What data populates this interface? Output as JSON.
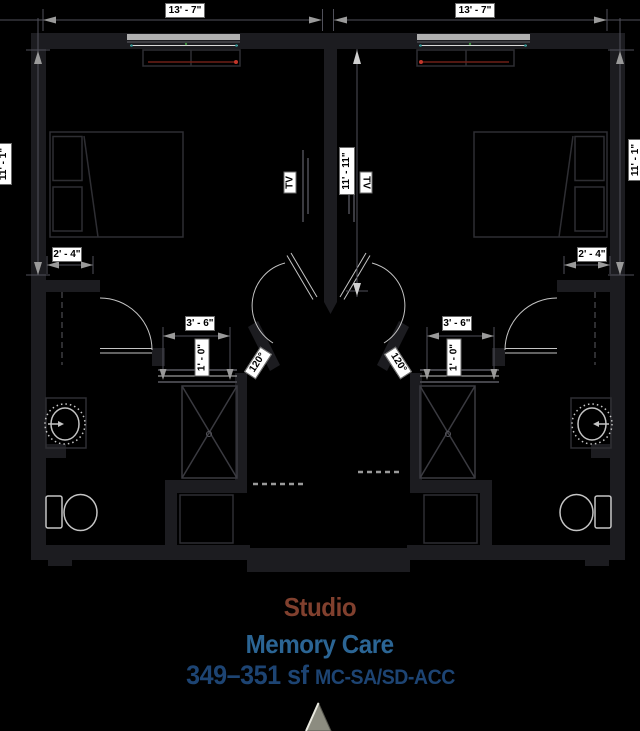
{
  "dimensions": {
    "width_left": "13' - 7\"",
    "width_right": "13' - 7\"",
    "height_left": "11' - 1\"",
    "height_right": "11' - 1\"",
    "height_center": "11' - 11\"",
    "vanity_left": "2' - 4\"",
    "vanity_right": "2' - 4\"",
    "shower_left": "3' - 6\"",
    "shower_right": "3' - 6\"",
    "jamb_left": "1' - 0\"",
    "jamb_right": "1' - 0\"",
    "door_swing_left": "120°",
    "door_swing_right": "120°"
  },
  "fixtures": {
    "tv_left": "TV",
    "tv_right": "TV"
  },
  "caption": {
    "unit_type": "Studio",
    "program": "Memory Care",
    "area_range": "349–351 sf",
    "unit_code": "MC-SA/SD-ACC"
  },
  "colors": {
    "background": "#000000",
    "wall": "#1c1c20",
    "fixture_line": "#c4c4c4",
    "furniture_line": "#2e2e33",
    "dimension_line": "#50505a",
    "label_bg": "#ffffff",
    "label_text": "#000000",
    "unit_type_text": "#81402e",
    "program_text": "#2b6594",
    "area_text": "#1d4473",
    "accent_red": "#6e1f17",
    "window_glass": "#b0b0b0",
    "north_arrow": "#8c8c80"
  }
}
